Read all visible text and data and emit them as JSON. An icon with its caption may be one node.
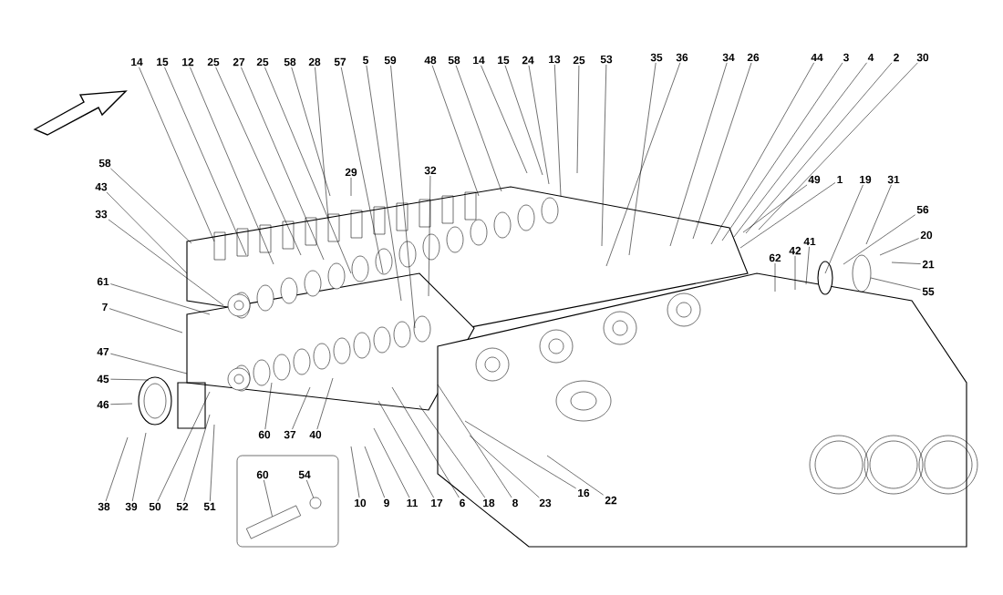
{
  "diagram": {
    "nodes": [
      {
        "text": [
          "14"
        ]
      },
      {
        "text": [
          "15"
        ]
      },
      {
        "text": [
          "12"
        ]
      },
      {
        "text": [
          "25"
        ]
      },
      {
        "text": [
          "27"
        ]
      },
      {
        "text": [
          "25"
        ]
      },
      {
        "text": [
          "58"
        ]
      },
      {
        "text": [
          "28"
        ]
      },
      {
        "text": [
          "57"
        ]
      },
      {
        "text": [
          "5"
        ]
      },
      {
        "text": [
          "59"
        ]
      },
      {
        "text": [
          "48"
        ]
      },
      {
        "text": [
          "58"
        ]
      },
      {
        "text": [
          "14"
        ]
      },
      {
        "text": [
          "15"
        ]
      },
      {
        "text": [
          "24"
        ]
      },
      {
        "text": [
          "13"
        ]
      },
      {
        "text": [
          "25"
        ]
      },
      {
        "text": [
          "53"
        ]
      },
      {
        "text": [
          "35"
        ]
      },
      {
        "text": [
          "36"
        ]
      },
      {
        "text": [
          "34"
        ]
      },
      {
        "text": [
          "26"
        ]
      },
      {
        "text": [
          "44"
        ]
      },
      {
        "text": [
          "3"
        ]
      },
      {
        "text": [
          "4"
        ]
      },
      {
        "text": [
          "2"
        ]
      },
      {
        "text": [
          "30"
        ]
      },
      {
        "text": [
          "58"
        ]
      },
      {
        "text": [
          "29"
        ]
      },
      {
        "text": [
          "32"
        ]
      },
      {
        "text": [
          "49"
        ]
      },
      {
        "text": [
          "1"
        ]
      },
      {
        "text": [
          "19"
        ]
      },
      {
        "text": [
          "31"
        ]
      },
      {
        "text": [
          "43"
        ]
      },
      {
        "text": [
          "56"
        ]
      },
      {
        "text": [
          "20"
        ]
      },
      {
        "text": [
          "33"
        ]
      },
      {
        "text": [
          "62"
        ]
      },
      {
        "text": [
          "42"
        ]
      },
      {
        "text": [
          "41"
        ]
      },
      {
        "text": [
          "21"
        ]
      },
      {
        "text": [
          "61"
        ]
      },
      {
        "text": [
          "55"
        ]
      },
      {
        "text": [
          "7"
        ]
      },
      {
        "text": [
          "47"
        ]
      },
      {
        "text": [
          "45"
        ]
      },
      {
        "text": [
          "46"
        ]
      },
      {
        "text": [
          "60"
        ]
      },
      {
        "text": [
          "37"
        ]
      },
      {
        "text": [
          "40"
        ]
      },
      {
        "text": [
          "60"
        ]
      },
      {
        "text": [
          "54"
        ]
      },
      {
        "text": [
          "16"
        ]
      },
      {
        "text": [
          "22"
        ]
      },
      {
        "text": [
          "38"
        ]
      },
      {
        "text": [
          "39"
        ]
      },
      {
        "text": [
          "50"
        ]
      },
      {
        "text": [
          "52"
        ]
      },
      {
        "text": [
          "51"
        ]
      },
      {
        "text": [
          "10"
        ]
      },
      {
        "text": [
          "9"
        ]
      },
      {
        "text": [
          "11"
        ]
      },
      {
        "text": [
          "17"
        ]
      },
      {
        "text": [
          "6"
        ]
      },
      {
        "text": [
          "18"
        ]
      },
      {
        "text": [
          "8"
        ]
      },
      {
        "text": [
          "23"
        ]
      },
      {
        "text": [],
        "shape": "picture"
      },
      {
        "text": [],
        "shape": "circle"
      }
    ],
    "edges": [
      {
        "from": 0,
        "to": null,
        "arrow": "none"
      },
      {
        "from": 1,
        "to": null,
        "arrow": "none"
      },
      {
        "from": 2,
        "to": null,
        "arrow": "none"
      },
      {
        "from": 3,
        "to": null,
        "arrow": "none"
      },
      {
        "from": 4,
        "to": null,
        "arrow": "none"
      },
      {
        "from": 5,
        "to": null,
        "arrow": "none"
      },
      {
        "from": 6,
        "to": null,
        "arrow": "none"
      },
      {
        "from": 7,
        "to": null,
        "arrow": "none"
      },
      {
        "from": 8,
        "to": null,
        "arrow": "none"
      },
      {
        "from": 9,
        "to": null,
        "arrow": "none"
      },
      {
        "from": 10,
        "to": null,
        "arrow": "none"
      },
      {
        "from": 11,
        "to": null,
        "arrow": "none"
      },
      {
        "from": 12,
        "to": null,
        "arrow": "none"
      },
      {
        "from": 13,
        "to": null,
        "arrow": "none"
      },
      {
        "from": 14,
        "to": null,
        "arrow": "none"
      },
      {
        "from": 15,
        "to": null,
        "arrow": "none"
      },
      {
        "from": 16,
        "to": null,
        "arrow": "none"
      },
      {
        "from": 17,
        "to": null,
        "arrow": "none"
      },
      {
        "from": 18,
        "to": null,
        "arrow": "none"
      },
      {
        "from": 19,
        "to": null,
        "arrow": "none"
      },
      {
        "from": 20,
        "to": null,
        "arrow": "none"
      },
      {
        "from": 21,
        "to": null,
        "arrow": "none"
      },
      {
        "from": 22,
        "to": null,
        "arrow": "none"
      },
      {
        "from": 23,
        "to": null,
        "arrow": "none"
      },
      {
        "from": 24,
        "to": null,
        "arrow": "none"
      },
      {
        "from": 25,
        "to": null,
        "arrow": "none"
      },
      {
        "from": 26,
        "to": null,
        "arrow": "none"
      },
      {
        "from": 27,
        "to": null,
        "arrow": "none"
      },
      {
        "from": 28,
        "to": null,
        "arrow": "none"
      },
      {
        "from": 29,
        "to": null,
        "arrow": "none"
      },
      {
        "from": 30,
        "to": null,
        "arrow": "none"
      },
      {
        "from": 31,
        "to": null,
        "arrow": "none"
      },
      {
        "from": 32,
        "to": null,
        "arrow": "none"
      },
      {
        "from": 33,
        "to": null,
        "arrow": "none"
      },
      {
        "from": 34,
        "to": null,
        "arrow": "none"
      },
      {
        "from": 35,
        "to": null,
        "arrow": "none"
      },
      {
        "from": 36,
        "to": null,
        "arrow": "none"
      },
      {
        "from": 37,
        "to": null,
        "arrow": "none"
      },
      {
        "from": 38,
        "to": null,
        "arrow": "none"
      },
      {
        "from": 39,
        "to": null,
        "arrow": "none"
      },
      {
        "from": 40,
        "to": null,
        "arrow": "none"
      },
      {
        "from": 41,
        "to": null,
        "arrow": "none"
      },
      {
        "from": 42,
        "to": null,
        "arrow": "none"
      },
      {
        "from": 43,
        "to": null,
        "arrow": "none"
      },
      {
        "from": 44,
        "to": null,
        "arrow": "none"
      },
      {
        "from": 45,
        "to": null,
        "arrow": "none"
      },
      {
        "from": 46,
        "to": null,
        "arrow": "none"
      },
      {
        "from": 47,
        "to": null,
        "arrow": "none"
      },
      {
        "from": 48,
        "to": null,
        "arrow": "none"
      },
      {
        "from": 49,
        "to": null,
        "arrow": "none"
      },
      {
        "from": 50,
        "to": null,
        "arrow": "none"
      },
      {
        "from": 51,
        "to": null,
        "arrow": "none"
      },
      {
        "from": 52,
        "to": 69,
        "arrow": "none"
      },
      {
        "from": 53,
        "to": 70,
        "arrow": "none"
      },
      {
        "from": 54,
        "to": null,
        "arrow": "none"
      },
      {
        "from": 55,
        "to": null,
        "arrow": "none"
      },
      {
        "from": 56,
        "to": null,
        "arrow": "none"
      },
      {
        "from": 57,
        "to": null,
        "arrow": "none"
      },
      {
        "from": 58,
        "to": null,
        "arrow": "none"
      },
      {
        "from": 59,
        "to": null,
        "arrow": "none"
      },
      {
        "from": 60,
        "to": null,
        "arrow": "none"
      },
      {
        "from": 61,
        "to": null,
        "arrow": "none"
      },
      {
        "from": 62,
        "to": null,
        "arrow": "none"
      },
      {
        "from": 63,
        "to": null,
        "arrow": "none"
      },
      {
        "from": 64,
        "to": null,
        "arrow": "none"
      },
      {
        "from": 65,
        "to": null,
        "arrow": "none"
      },
      {
        "from": 66,
        "to": null,
        "arrow": "none"
      },
      {
        "from": 67,
        "to": null,
        "arrow": "none"
      },
      {
        "from": 68,
        "to": null,
        "arrow": "none"
      }
    ]
  }
}
